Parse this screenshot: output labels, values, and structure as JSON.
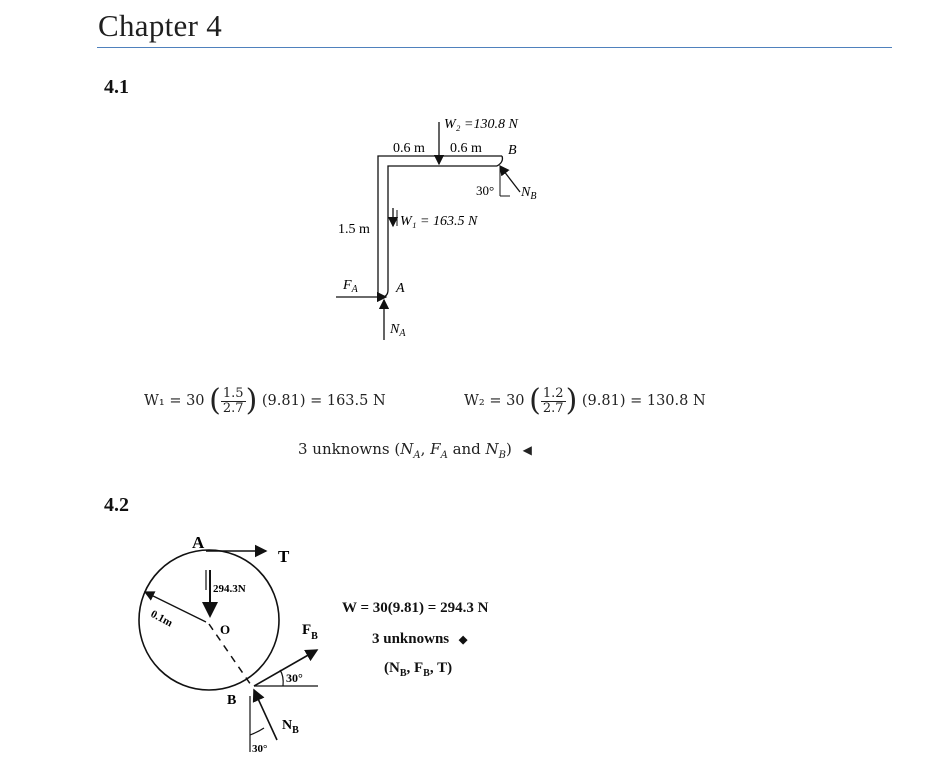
{
  "chapter": {
    "title": "Chapter 4"
  },
  "problem_4_1": {
    "label": "4.1",
    "figure": {
      "w2_label": "W₂ =130.8 N",
      "dim_left": "0.6 m",
      "dim_right": "0.6 m",
      "point_b": "B",
      "angle": "30°",
      "nb": "N",
      "nb_sub": "B",
      "height": "1.5 m",
      "w1_label": "W₁ = 163.5 N",
      "fa": "F",
      "fa_sub": "A",
      "point_a": "A",
      "na": "N",
      "na_sub": "A"
    },
    "eq1": {
      "lhs": "W₁ = 30",
      "num": "1.5",
      "den": "2.7",
      "rhs": "(9.81) = 163.5 N"
    },
    "eq2": {
      "lhs": "W₂ = 30",
      "num": "1.2",
      "den": "2.7",
      "rhs": "(9.81) = 130.8 N"
    },
    "conclusion": "3 unknowns (N_A, F_A and N_B)",
    "conclusion_parts": {
      "pre": "3 unknowns (",
      "na": "N",
      "na_sub": "A",
      "sep1": ", ",
      "fa": "F",
      "fa_sub": "A",
      "and": " and ",
      "nb": "N",
      "nb_sub": "B",
      "post": ")"
    }
  },
  "problem_4_2": {
    "label": "4.2",
    "figure": {
      "point_a": "A",
      "tension": "T",
      "weight": "294.3N",
      "radius": "0.1m",
      "center": "O",
      "fb": "F",
      "fb_sub": "B",
      "angle1": "30°",
      "point_b": "B",
      "nb": "N",
      "nb_sub": "B",
      "angle2": "30°"
    },
    "weight_eq": "W = 30(9.81) = 294.3 N",
    "unknowns": "3 unknowns",
    "unknowns_list": "(N",
    "list_parts": {
      "open": "(N",
      "nb_sub": "B",
      "sep1": ", F",
      "fb_sub": "B",
      "sep2": ", T)"
    }
  }
}
